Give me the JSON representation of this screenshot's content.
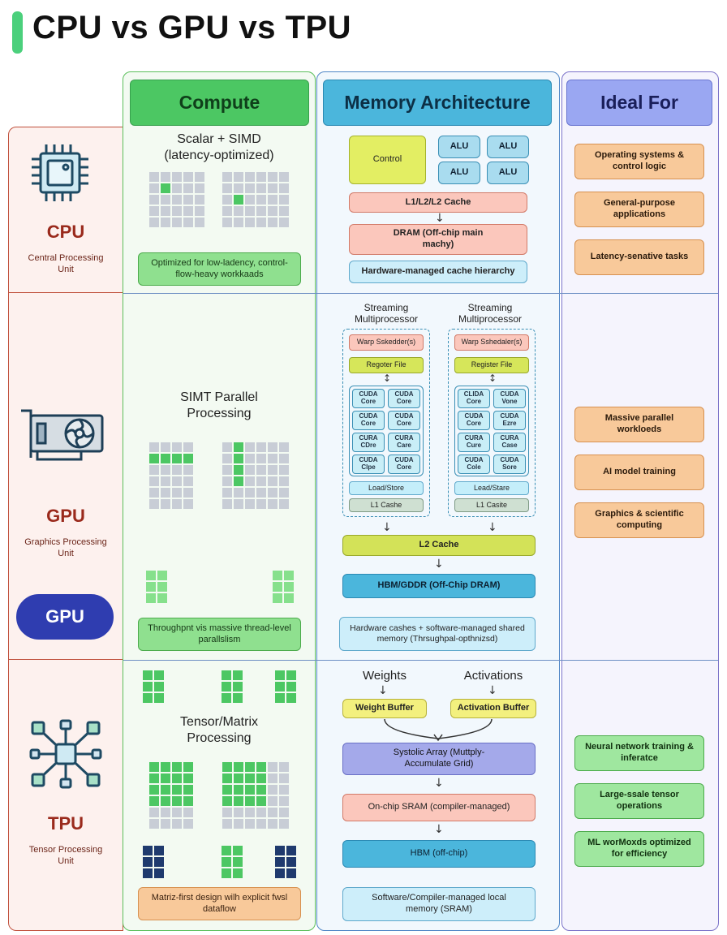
{
  "title": "CPU vs GPU vs TPU",
  "headers": {
    "compute": "Compute",
    "memory": "Memory Architecture",
    "ideal": "Ideal For"
  },
  "rows": {
    "cpu": {
      "name": "CPU",
      "sub": "Central Processing Unit",
      "compute_title": "Scalar + SIMD (latency-optimized)",
      "compute_note": "Optimized for low-ladency, control-flow-heavy workkaads",
      "memory": {
        "control": "Control",
        "alu": [
          "ALU",
          "ALU",
          "ALU",
          "ALU"
        ],
        "cache": "L1/L2/L2 Cache",
        "dram": "DRAM (Off-chip main machy)",
        "note": "Hardware-managed cache hierarchy"
      },
      "ideal": [
        "Operating systems & control logic",
        "General-purpose applications",
        "Latency-senative tasks"
      ]
    },
    "gpu": {
      "name": "GPU",
      "sub": "Graphics Processing Unit",
      "badge": "GPU",
      "compute_title": "SIMT Parallel Processing",
      "compute_note": "Throughpnt vis massive thread-level parallslism",
      "memory": {
        "sm_left": {
          "title": "Streaming Multiprocessor",
          "warp": "Warp Sskedder(s)",
          "reg": "Regoter File",
          "cores": [
            "CUDA Core",
            "CUDA Core",
            "CUDA Core",
            "CUDA Core",
            "CURA CDre",
            "CURA Care",
            "CUDA Clpe",
            "CUDA Core"
          ],
          "ls": "Load/Store",
          "l1": "L1 Cashe"
        },
        "sm_right": {
          "title": "Streaming Multiprocessor",
          "warp": "Warp Sshedaler(s)",
          "reg": "Register File",
          "cores": [
            "CLIDA Core",
            "CUDA Vone",
            "CUDA Core",
            "CUDA Ezre",
            "CURA Cure",
            "CURA Case",
            "CUDA Cole",
            "CUDA Sore"
          ],
          "ls": "Lead/Stare",
          "l1": "L1 Casite"
        },
        "l2": "L2 Cache",
        "hbm": "HBM/GDDR (Off-Chip DRAM)",
        "note": "Hardware cashes + software-managed shared memory (Thrsughpal-opthnizsd)"
      },
      "ideal": [
        "Massive parallel workloeds",
        "AI model training",
        "Graphics & scientific computing"
      ]
    },
    "tpu": {
      "name": "TPU",
      "sub": "Tensor Processing Unit",
      "compute_title": "Tensor/Matrix Processing",
      "compute_note": "Matriz-first design wilh explicit fwsl dataflow",
      "memory": {
        "weights": "Weights",
        "activations": "Activations",
        "wbuf": "Weight Buffer",
        "abuf": "Activation Buffer",
        "systolic": "Systolic Array (Muttply-Accumulate Grid)",
        "sram": "On-chip SRAM (compiler-managed)",
        "hbm": "HBM (off-chip)",
        "note": "Software/Compiler-managed local memory (SRAM)"
      },
      "ideal": [
        "Neural network training & inferatce",
        "Large-ssale tensor operations",
        "ML worMoxds optimized for efficiency"
      ]
    }
  },
  "colors": {
    "accent_title_bar": "#4bd07c",
    "compute_header": "#4cc763",
    "memory_header": "#4bb6dc",
    "ideal_header": "#9aa7f2",
    "cpu": "#9a2a1c",
    "gpu_badge": "#2f3db0"
  },
  "icons": [
    "title-accent-bar",
    "cpu-chip-icon",
    "gpu-card-icon",
    "tpu-network-icon"
  ]
}
